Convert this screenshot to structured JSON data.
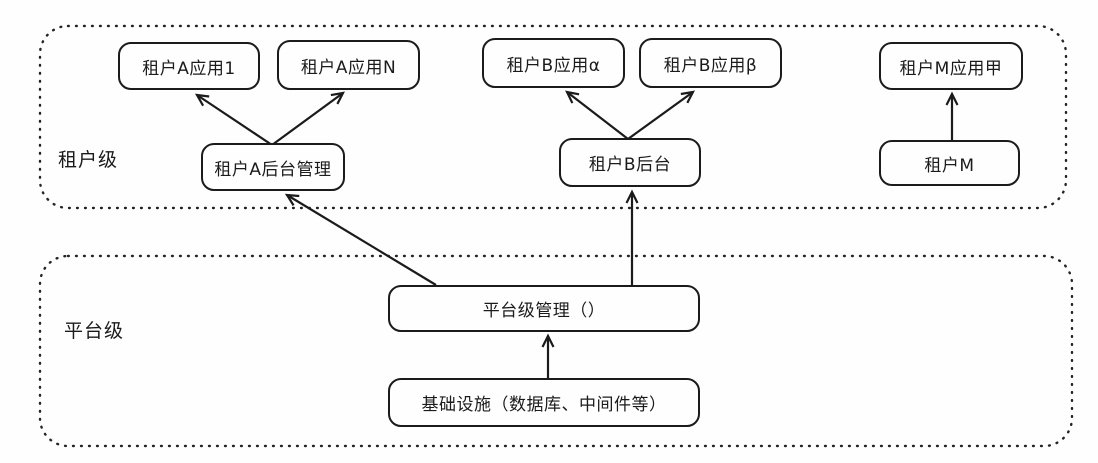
{
  "diagram": {
    "type": "architecture-diagram",
    "colors": {
      "stroke": "#1b1b1b",
      "background": "#fefefe"
    },
    "groups": {
      "tenant": {
        "label": "租户级"
      },
      "platform": {
        "label": "平台级"
      }
    },
    "nodes": {
      "tenant_a_app1": {
        "label": "租户A应用1"
      },
      "tenant_a_appN": {
        "label": "租户A应用N"
      },
      "tenant_a_admin": {
        "label": "租户A后台管理"
      },
      "tenant_b_app_alpha": {
        "label": "租户B应用α"
      },
      "tenant_b_app_beta": {
        "label": "租户B应用β"
      },
      "tenant_b_admin": {
        "label": "租户B后台"
      },
      "tenant_m_app": {
        "label": "租户M应用甲"
      },
      "tenant_m": {
        "label": "租户M"
      },
      "platform_mgmt": {
        "label": "平台级管理（）"
      },
      "infrastructure": {
        "label": "基础设施（数据库、中间件等）"
      }
    },
    "edges": [
      {
        "from": "租户A后台管理",
        "to": "租户A应用1"
      },
      {
        "from": "租户A后台管理",
        "to": "租户A应用N"
      },
      {
        "from": "租户B后台",
        "to": "租户B应用α"
      },
      {
        "from": "租户B后台",
        "to": "租户B应用β"
      },
      {
        "from": "租户M",
        "to": "租户M应用甲"
      },
      {
        "from": "基础设施（数据库、中间件等）",
        "to": "平台级管理（）"
      },
      {
        "from": "平台级管理（）",
        "to": "租户A后台管理"
      },
      {
        "from": "平台级管理（）",
        "to": "租户B后台"
      }
    ]
  }
}
